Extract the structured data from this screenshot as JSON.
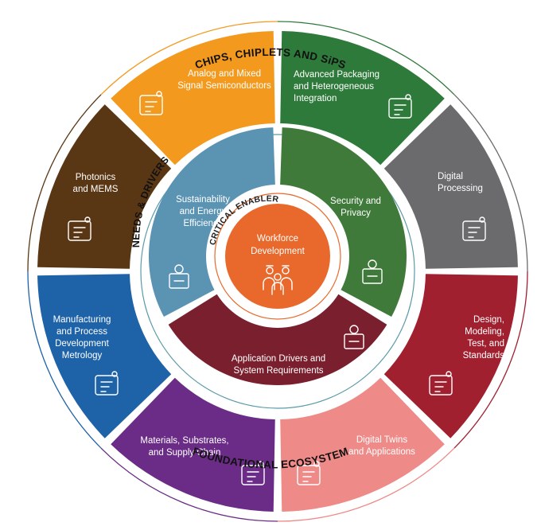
{
  "outer_ring_top": "CHIPS, CHIPLETS AND SiPS",
  "outer_ring_bottom": "FOUNDATIONAL ECOSYSTEM",
  "middle_ring": "NEEDS & DRIVERS",
  "inner_ring": "CRITICAL ENABLER",
  "center": {
    "lines": [
      "Workforce",
      "Development"
    ],
    "color": "#E8692B",
    "icon": "people-group-icon"
  },
  "outer_segments": [
    {
      "id": "analog",
      "lines": [
        "Analog and Mixed",
        "Signal Semiconductors"
      ],
      "color": "#F39A1E",
      "icon": "brain-head-icon"
    },
    {
      "id": "packaging",
      "lines": [
        "Advanced Packaging",
        "and Heterogeneous",
        "Integration"
      ],
      "color": "#2E7A3A",
      "icon": "circuit-chip-icon"
    },
    {
      "id": "digital",
      "lines": [
        "Digital",
        "Processing"
      ],
      "color": "#6B6B6E",
      "icon": "binary-arrows-icon"
    },
    {
      "id": "design",
      "lines": [
        "Design,",
        "Modeling,",
        "Test, and",
        "Standards"
      ],
      "color": "#A1202F",
      "icon": "gear-monitor-icon"
    },
    {
      "id": "twins",
      "lines": [
        "Digital Twins",
        "and Applications"
      ],
      "color": "#EE8A87",
      "icon": "cube-network-icon"
    },
    {
      "id": "materials",
      "lines": [
        "Materials, Substrates,",
        "and Supply Chain"
      ],
      "color": "#6A2C86",
      "icon": "lab-flask-icon"
    },
    {
      "id": "manufacturing",
      "lines": [
        "Manufacturing",
        "and Process",
        "Development",
        "Metrology"
      ],
      "color": "#1E62A8",
      "icon": "metrology-chart-icon"
    },
    {
      "id": "photonics",
      "lines": [
        "Photonics",
        "and MEMS"
      ],
      "color": "#5A3714",
      "icon": "light-beam-icon"
    }
  ],
  "inner_segments": [
    {
      "id": "sustainability",
      "lines": [
        "Sustainability",
        "and Energy",
        "Efficiency"
      ],
      "color": "#5B93B3",
      "icon": "recycle-building-icon"
    },
    {
      "id": "security",
      "lines": [
        "Security and",
        "Privacy"
      ],
      "color": "#3F7A3A",
      "icon": "padlock-circuit-icon"
    },
    {
      "id": "application",
      "lines": [
        "Application Drivers and",
        "System Requirements"
      ],
      "color": "#7A1F2E",
      "icon": "laptop-gear-icon"
    }
  ]
}
